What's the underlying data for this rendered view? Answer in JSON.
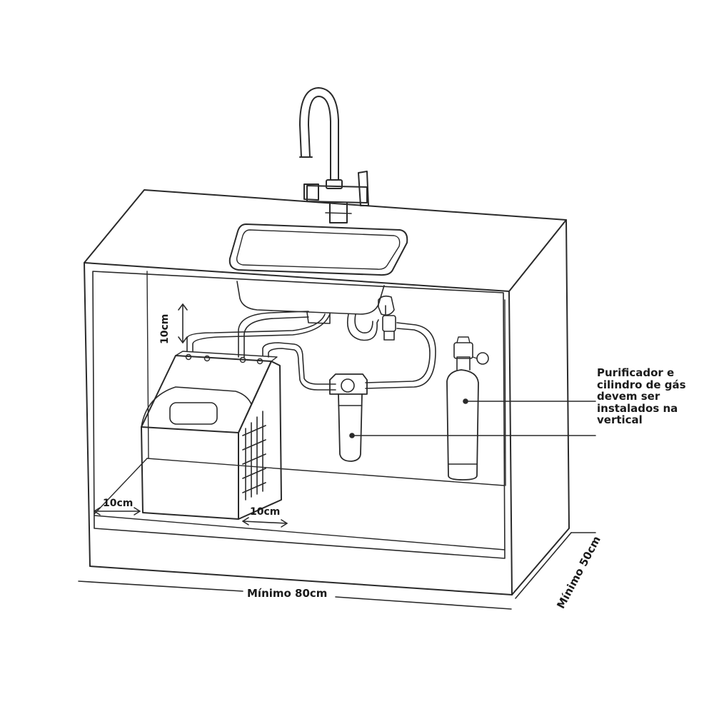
{
  "annotations": {
    "height_clearance": "10cm",
    "left_clearance": "10cm",
    "right_clearance": "10cm",
    "cabinet_width": "Mínimo 80cm",
    "cabinet_depth": "Mínimo 50cm",
    "note_lines": [
      "Purificador e",
      "cilindro de gás",
      "devem ser",
      "instalados na",
      "vertical"
    ]
  },
  "colors": {
    "stroke": "#2a2a2a",
    "background": "#ffffff"
  }
}
